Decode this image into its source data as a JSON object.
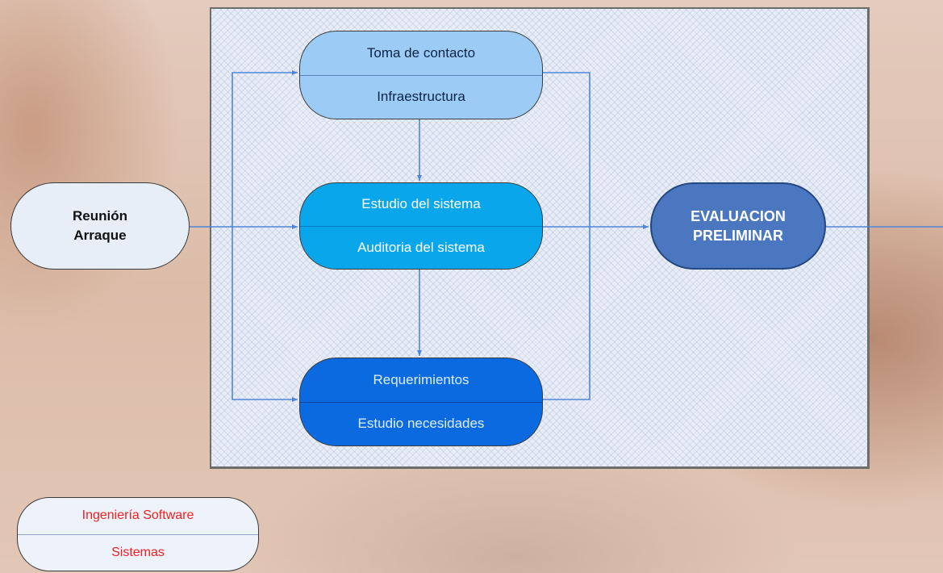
{
  "nodes": {
    "contacto": {
      "top": "Toma de contacto",
      "bottom": "Infraestructura"
    },
    "estudio": {
      "top": "Estudio del sistema",
      "bottom": "Auditoria del sistema"
    },
    "requerimientos": {
      "top": "Requerimientos",
      "bottom": "Estudio necesidades"
    },
    "arranque": {
      "line1": "Reunión",
      "line2": "Arraque"
    },
    "evaluacion": {
      "line1": "EVALUACION",
      "line2": "PRELIMINAR"
    }
  },
  "legend": {
    "top": "Ingeniería Software",
    "bottom": "Sistemas"
  },
  "colors": {
    "arrow": "#4f86d9",
    "panel_border": "#6d6d6d",
    "legend_text": "#ee2020"
  }
}
